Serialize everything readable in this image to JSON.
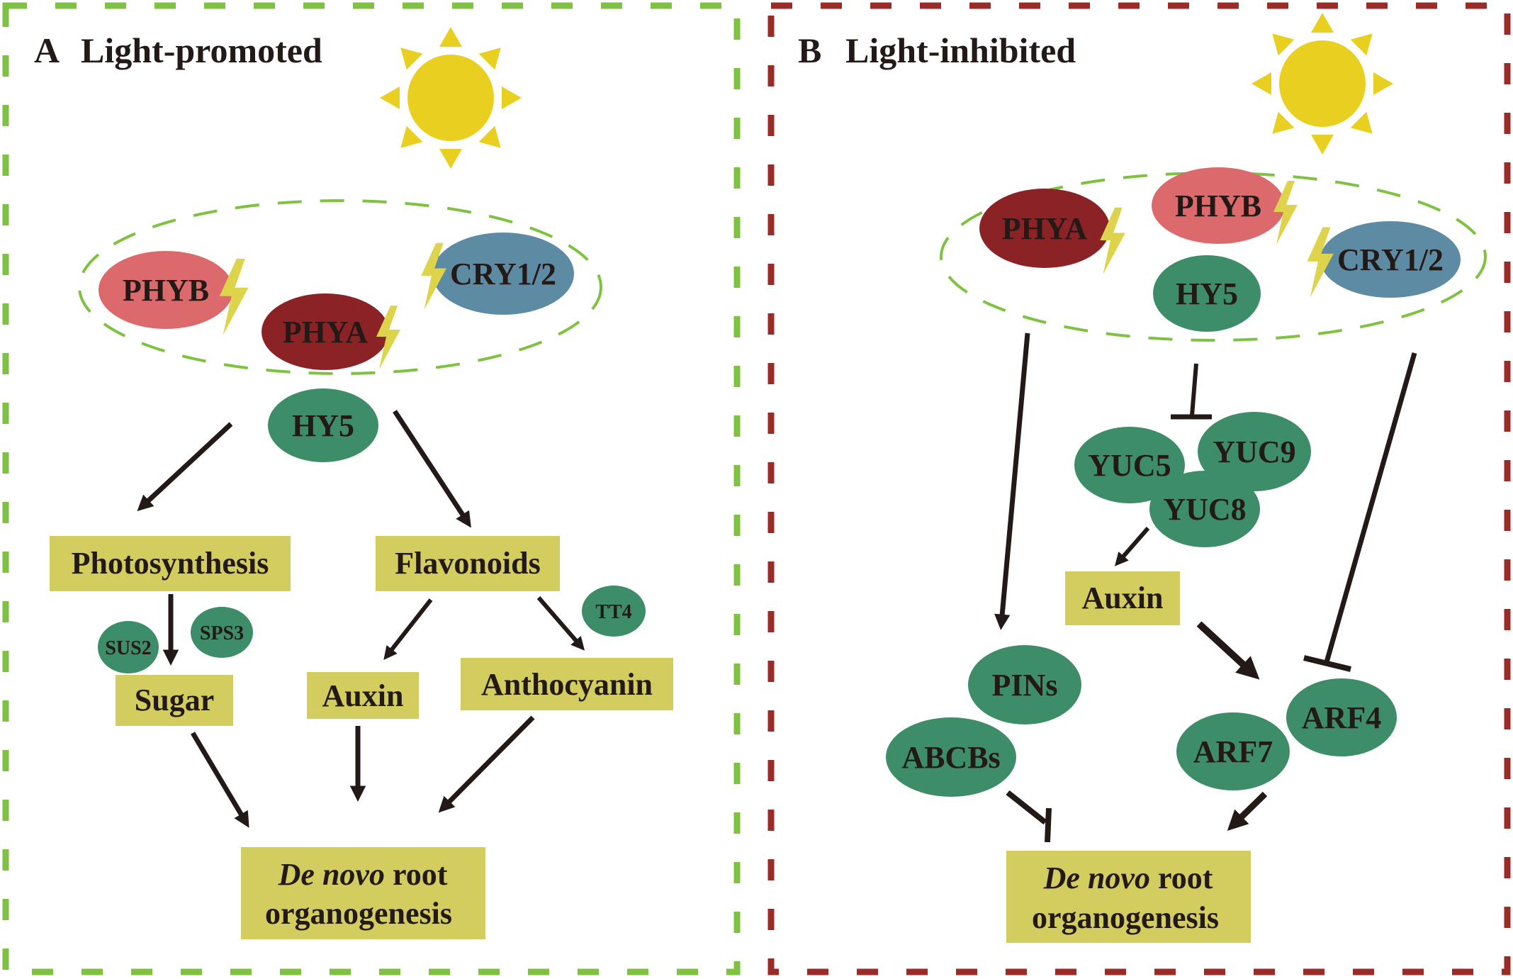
{
  "colors": {
    "panel_a_border": "#7fc241",
    "panel_b_border": "#9b2b27",
    "sun": "#e9d020",
    "phyb": "#dc6a6c",
    "phya": "#8a2226",
    "cry": "#5e8ba4",
    "green_node": "#3c8d68",
    "yellow_box": "#d3cc5f",
    "bolt": "#ddd44b",
    "arrow": "#231a17",
    "cluster_outline": "#7fc241"
  },
  "panel_a": {
    "letter": "A",
    "title": "Light-promoted",
    "photoreceptors": {
      "phyb": "PHYB",
      "phya": "PHYA",
      "cry": "CRY1/2"
    },
    "hy5": "HY5",
    "photosynthesis": "Photosynthesis",
    "flavonoids": "Flavonoids",
    "sus2": "SUS2",
    "sps3": "SPS3",
    "tt4": "TT4",
    "sugar": "Sugar",
    "auxin": "Auxin",
    "anthocyanin": "Anthocyanin",
    "outcome_italic": "De novo",
    "outcome_rest": " root",
    "outcome_line2": "organogenesis"
  },
  "panel_b": {
    "letter": "B",
    "title": "Light-inhibited",
    "photoreceptors": {
      "phya": "PHYA",
      "phyb": "PHYB",
      "cry": "CRY1/2"
    },
    "hy5": "HY5",
    "yuc5": "YUC5",
    "yuc9": "YUC9",
    "yuc8": "YUC8",
    "auxin": "Auxin",
    "pins": "PINs",
    "abcbs": "ABCBs",
    "arf4": "ARF4",
    "arf7": "ARF7",
    "outcome_italic": "De novo",
    "outcome_rest": " root",
    "outcome_line2": "organogenesis"
  },
  "icons": {
    "sun": "sun-icon",
    "bolt": "lightning-bolt-icon",
    "arrow": "arrow-icon",
    "inhibition": "inhibition-bar-icon"
  }
}
